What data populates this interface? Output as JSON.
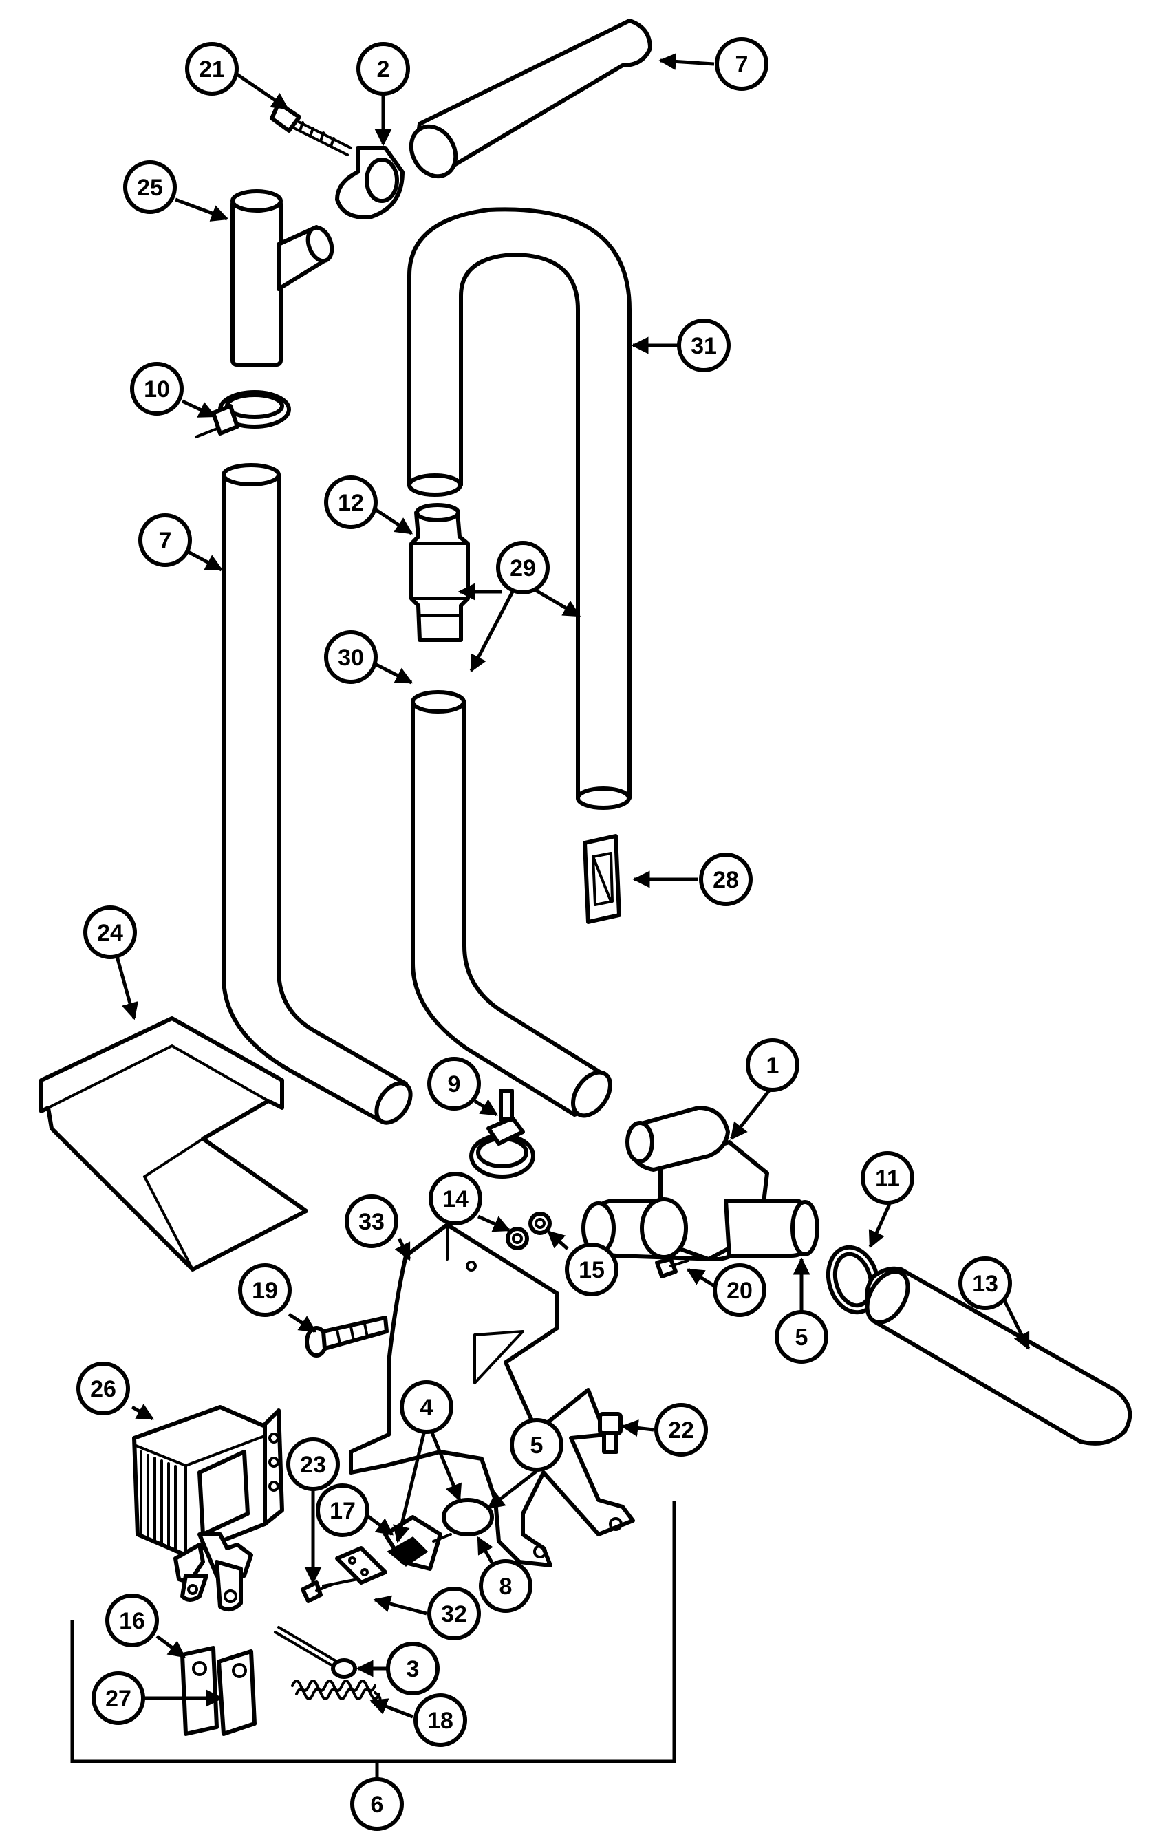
{
  "diagram": {
    "callouts": {
      "c1": "1",
      "c2": "2",
      "c3": "3",
      "c4": "4",
      "c5a": "5",
      "c5b": "5",
      "c6": "6",
      "c7a": "7",
      "c7b": "7",
      "c8": "8",
      "c9": "9",
      "c10": "10",
      "c11": "11",
      "c12": "12",
      "c13": "13",
      "c14": "14",
      "c15": "15",
      "c16": "16",
      "c17": "17",
      "c18": "18",
      "c19": "19",
      "c20": "20",
      "c21": "21",
      "c22": "22",
      "c23": "23",
      "c24": "24",
      "c25": "25",
      "c26": "26",
      "c27": "27",
      "c28": "28",
      "c29": "29",
      "c30": "30",
      "c31": "31",
      "c32": "32",
      "c33": "33"
    },
    "colors": {
      "line": "#000000",
      "background": "#ffffff"
    }
  }
}
